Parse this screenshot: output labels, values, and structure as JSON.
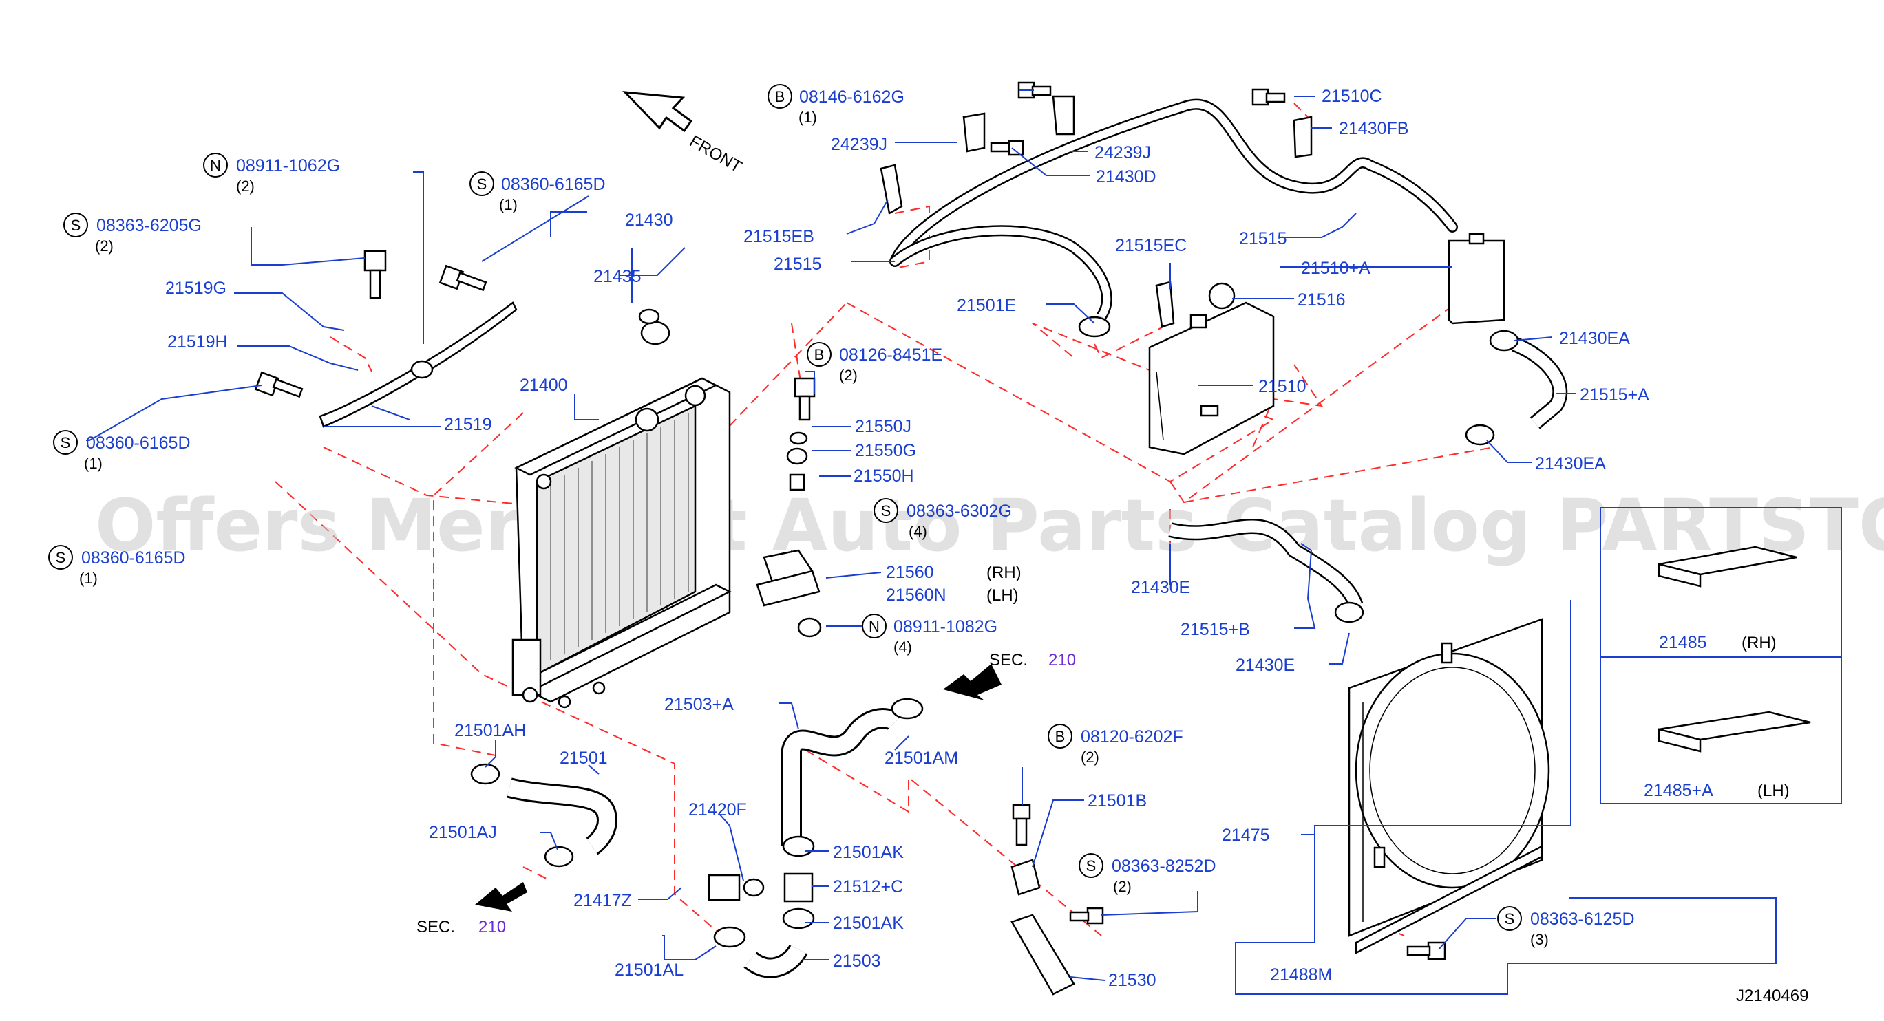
{
  "watermark": "Offers Merchant Auto Parts Catalog PARTSTORE.SA",
  "diagram_id": "J2140469",
  "front": "FRONT",
  "sec": {
    "word": "SEC.",
    "num": "210"
  },
  "codes": {
    "c1": {
      "letter": "B",
      "num": "08146-6162G",
      "qty": "(1)"
    },
    "c2": {
      "letter": "N",
      "num": "08911-1062G",
      "qty": "(2)"
    },
    "c3": {
      "letter": "S",
      "num": "08360-6165D",
      "qty": "(1)"
    },
    "c4": {
      "letter": "S",
      "num": "08363-6205G",
      "qty": "(2)"
    },
    "c5": {
      "letter": "S",
      "num": "08360-6165D",
      "qty": "(1)"
    },
    "c6": {
      "letter": "S",
      "num": "08360-6165D",
      "qty": "(1)"
    },
    "c7": {
      "letter": "B",
      "num": "08126-8451E",
      "qty": "(2)"
    },
    "c8": {
      "letter": "S",
      "num": "08363-6302G",
      "qty": "(4)"
    },
    "c9": {
      "letter": "N",
      "num": "08911-1082G",
      "qty": "(4)"
    },
    "c10": {
      "letter": "B",
      "num": "08120-6202F",
      "qty": "(2)"
    },
    "c11": {
      "letter": "S",
      "num": "08363-8252D",
      "qty": "(2)"
    },
    "c12": {
      "letter": "S",
      "num": "08363-6125D",
      "qty": "(3)"
    }
  },
  "labels": {
    "p21510C": "21510C",
    "p21430FB": "21430FB",
    "p24239J_a": "24239J",
    "p24239J_b": "24239J",
    "p21430D": "21430D",
    "p21515EB": "21515EB",
    "p21515_a": "21515",
    "p21515_b": "21515",
    "p21510A": "21510+A",
    "p21515EC": "21515EC",
    "p21516": "21516",
    "p21501E": "21501E",
    "p21430EA_a": "21430EA",
    "p21430EA_b": "21430EA",
    "p21515A": "21515+A",
    "p21510": "21510",
    "p21430": "21430",
    "p21435": "21435",
    "p21519G": "21519G",
    "p21519H": "21519H",
    "p21519": "21519",
    "p21400": "21400",
    "p21550J": "21550J",
    "p21550G": "21550G",
    "p21550H": "21550H",
    "p21560": "21560",
    "p21560N": "21560N",
    "rh": "(RH)",
    "lh": "(LH)",
    "p21430E_a": "21430E",
    "p21515B": "21515+B",
    "p21430E_b": "21430E",
    "p21485": "21485",
    "p21485A": "21485+A",
    "rh2": "(RH)",
    "lh2": "(LH)",
    "p21503A": "21503+A",
    "p21501AM": "21501AM",
    "p21501AH": "21501AH",
    "p21501": "21501",
    "p21501AJ": "21501AJ",
    "p21420F": "21420F",
    "p21501AK_a": "21501AK",
    "p21512C": "21512+C",
    "p21501AK_b": "21501AK",
    "p21417Z": "21417Z",
    "p21501AL": "21501AL",
    "p21503": "21503",
    "p21501B": "21501B",
    "p21530": "21530",
    "p21475": "21475",
    "p21488M": "21488M"
  }
}
